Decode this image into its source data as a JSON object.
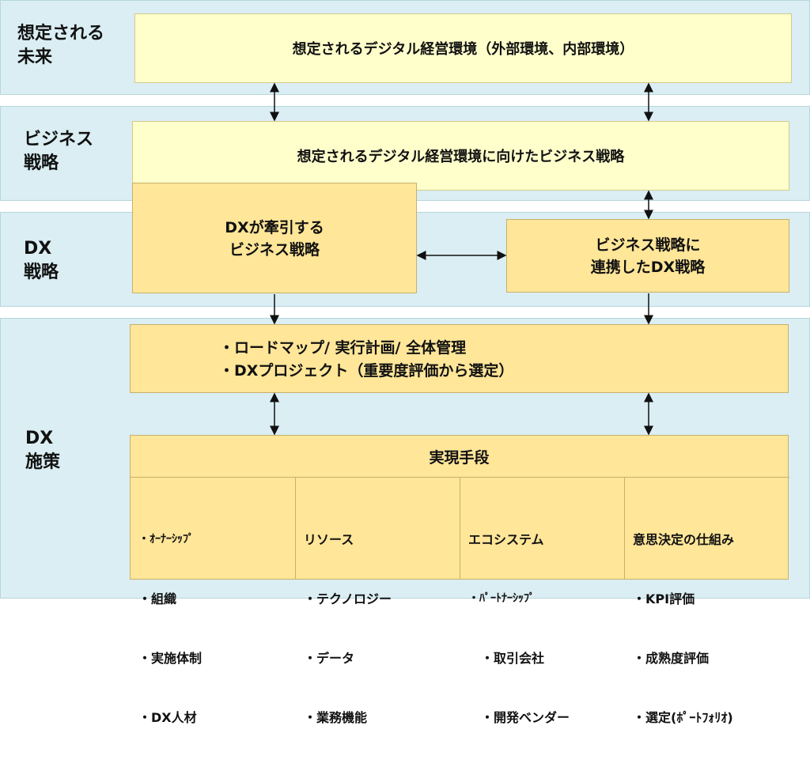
{
  "rows": [
    {
      "label": "想定される\n未来"
    },
    {
      "label": "ビジネス\n戦略"
    },
    {
      "label": "DX\n戦略"
    },
    {
      "label": "DX\n施策"
    }
  ],
  "boxes": {
    "future_env": "想定されるデジタル経営環境（外部環境、内部環境）",
    "biz_strategy": "想定されるデジタル経営環境に向けたビジネス戦略",
    "dx_led": "DXが牽引する\nビジネス戦略",
    "dx_linked": "ビジネス戦略に\n連携したDX戦略"
  },
  "measures": {
    "bullet1": "・ロードマップ/ 実行計画/ 全体管理",
    "bullet2": "・DXプロジェクト（重要度評価から選定）"
  },
  "means": {
    "title": "実現手段",
    "columns": [
      {
        "head": "・ｵｰﾅｰｼｯﾌﾟ",
        "items": [
          "・組織",
          "・実施体制",
          "・DX人材"
        ]
      },
      {
        "head": "リソース",
        "items": [
          "・テクノロジー",
          "・データ",
          "・業務機能"
        ]
      },
      {
        "head": "エコシステム",
        "items": [
          "・ﾊﾟｰﾄﾅｰｼｯﾌﾟ",
          "・取引会社",
          "・開発ベンダー"
        ]
      },
      {
        "head": "意思決定の仕組み",
        "items": [
          "・KPI評価",
          "・成熟度評価",
          "・選定(ﾎﾟｰﾄﾌｫﾘｵ)"
        ]
      }
    ]
  }
}
